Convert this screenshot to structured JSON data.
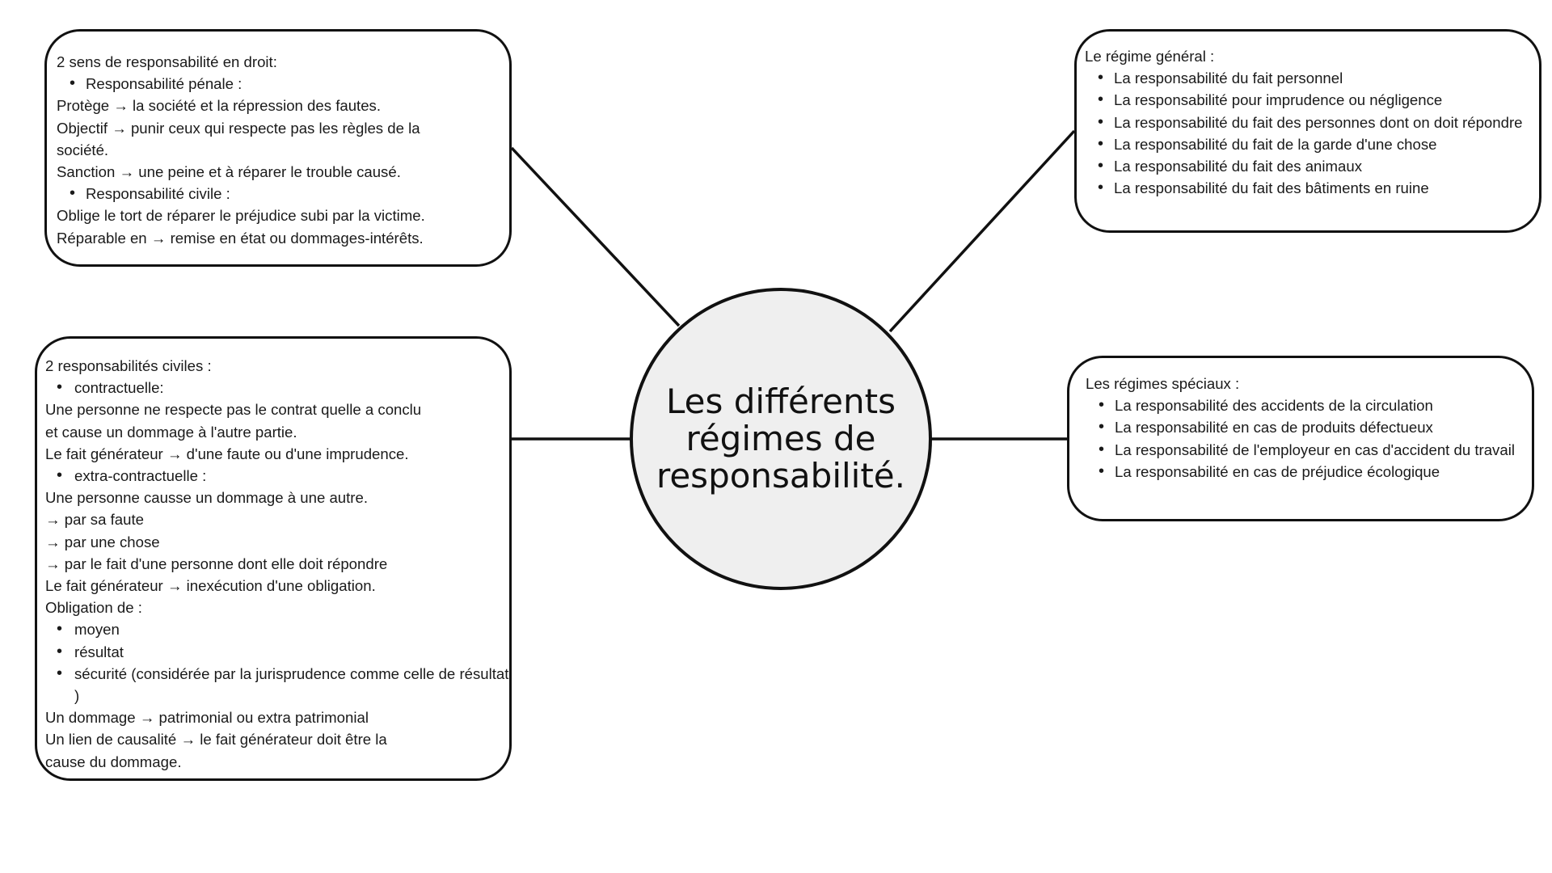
{
  "center": {
    "title": "Les différents régimes de responsabilité."
  },
  "top_left": {
    "lines": [
      {
        "type": "text",
        "text": "2 sens de responsabilité en droit:"
      },
      {
        "type": "bullet",
        "text": "Responsabilité pénale :"
      },
      {
        "type": "text",
        "text": "Protège → la société et la répression des fautes."
      },
      {
        "type": "text",
        "text": "Objectif → punir ceux qui respecte pas les règles de la"
      },
      {
        "type": "text",
        "text": "société."
      },
      {
        "type": "text",
        "text": "Sanction → une peine et à réparer le trouble causé."
      },
      {
        "type": "bullet",
        "text": "Responsabilité civile :"
      },
      {
        "type": "text",
        "text": "Oblige le tort de réparer le préjudice subi par la victime."
      },
      {
        "type": "text",
        "text": "Réparable en → remise en état ou dommages-intérêts."
      }
    ]
  },
  "bottom_left": {
    "lines": [
      {
        "type": "text",
        "text": "2 responsabilités civiles :"
      },
      {
        "type": "bullet",
        "text": "contractuelle:"
      },
      {
        "type": "text",
        "text": "Une personne ne respecte pas le contrat quelle a conclu"
      },
      {
        "type": "text",
        "text": "et cause un dommage à l'autre partie."
      },
      {
        "type": "text",
        "text": "Le fait générateur → d'une faute ou d'une imprudence."
      },
      {
        "type": "bullet",
        "text": "extra-contractuelle :"
      },
      {
        "type": "text",
        "text": "Une personne causse un dommage à une autre."
      },
      {
        "type": "text",
        "text": " → par sa faute"
      },
      {
        "type": "text",
        "text": " → par une chose"
      },
      {
        "type": "text",
        "text": " → par le fait d'une personne dont elle doit répondre"
      },
      {
        "type": "text",
        "text": "Le fait générateur → inexécution d'une obligation."
      },
      {
        "type": "text",
        "text": "Obligation de :"
      },
      {
        "type": "bullet",
        "text": "moyen"
      },
      {
        "type": "bullet",
        "text": "résultat"
      },
      {
        "type": "bullet",
        "text": "sécurité (considérée par la jurisprudence comme celle de résultat )"
      },
      {
        "type": "text",
        "text": "Un dommage → patrimonial ou extra patrimonial"
      },
      {
        "type": "text",
        "text": "Un lien de causalité → le fait générateur doit être la"
      },
      {
        "type": "text",
        "text": "cause du dommage."
      }
    ]
  },
  "top_right": {
    "lines": [
      {
        "type": "text",
        "text": "Le régime général :"
      },
      {
        "type": "bullet",
        "text": "La responsabilité du fait personnel"
      },
      {
        "type": "bullet",
        "text": "La responsabilité pour imprudence ou négligence"
      },
      {
        "type": "bullet",
        "text": "La responsabilité du fait des personnes dont on doit répondre"
      },
      {
        "type": "bullet",
        "text": "La responsabilité du fait de la garde d'une chose"
      },
      {
        "type": "bullet",
        "text": "La responsabilité du fait des animaux"
      },
      {
        "type": "bullet",
        "text": "La responsabilité du fait des bâtiments en ruine"
      }
    ]
  },
  "bottom_right": {
    "lines": [
      {
        "type": "text",
        "text": "Les régimes spéciaux :"
      },
      {
        "type": "bullet",
        "text": "La responsabilité des accidents de la circulation"
      },
      {
        "type": "bullet",
        "text": "La responsabilité en cas de produits défectueux"
      },
      {
        "type": "bullet",
        "text": "La responsabilité de l'employeur en cas d'accident du travail"
      },
      {
        "type": "bullet",
        "text": "La responsabilité en cas de préjudice écologique"
      }
    ]
  }
}
